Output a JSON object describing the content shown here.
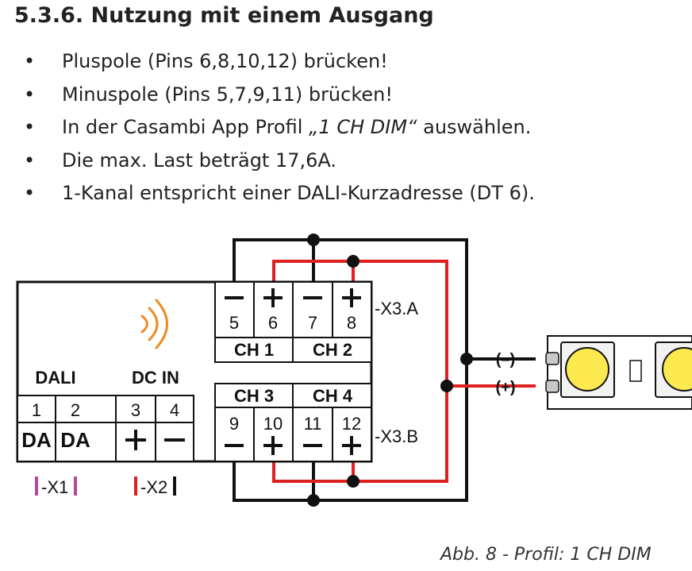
{
  "heading": "5.3.6. Nutzung mit einem Ausgang",
  "bullets": [
    {
      "pre": "Pluspole (Pins 6,8,10,12) brücken!",
      "em": "",
      "post": ""
    },
    {
      "pre": "Minuspole (Pins 5,7,9,11) brücken!",
      "em": "",
      "post": ""
    },
    {
      "pre": "In der Casambi App Profil ",
      "em": "„1 CH DIM“",
      "post": " auswählen."
    },
    {
      "pre": "Die max. Last beträgt 17,6A.",
      "em": "",
      "post": ""
    },
    {
      "pre": "1-Kanal entspricht einer DALI-Kurzadresse (DT 6).",
      "em": "",
      "post": ""
    }
  ],
  "diagram": {
    "dali_label": "DALI",
    "dcin_label": "DC IN",
    "pins_x1": [
      "1",
      "2"
    ],
    "pins_x1_sig": [
      "DA",
      "DA"
    ],
    "pins_x2": [
      "3",
      "4"
    ],
    "pins_x3a": [
      "5",
      "6",
      "7",
      "8"
    ],
    "pins_x3b": [
      "9",
      "10",
      "11",
      "12"
    ],
    "ch_top": [
      "CH 1",
      "CH 2"
    ],
    "ch_bottom": [
      "CH 3",
      "CH 4"
    ],
    "x1_label": "-X1",
    "x2_label": "-X2",
    "x3a_label": "-X3.A",
    "x3b_label": "-X3.B",
    "led_minus_label": "(–)",
    "led_plus_label": "(+)",
    "colors": {
      "positive": "#e02020",
      "negative": "#111111",
      "dali": "#b04aa0",
      "wireless": "#f08a24",
      "led": "#fce94f"
    }
  },
  "caption": "Abb. 8  -  Profil: 1 CH DIM"
}
